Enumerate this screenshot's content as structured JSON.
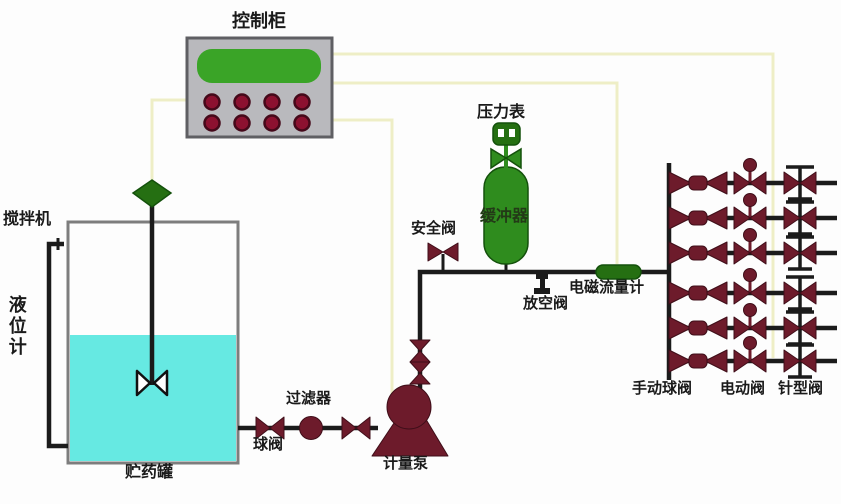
{
  "diagram": {
    "title": "chemical-dosing-system-pid",
    "labels": {
      "control_cabinet": "控制柜",
      "mixer": "搅拌机",
      "level_gauge": "液位计",
      "pressure_gauge": "压力表",
      "buffer": "缓冲器",
      "safety_valve": "安全阀",
      "vent_valve": "放空阀",
      "flowmeter": "电磁流量计",
      "manual_ball_valve": "手动球阀",
      "electric_valve": "电动阀",
      "needle_valve": "针型阀",
      "filter": "过滤器",
      "ball_valve": "球阀",
      "storage_tank": "贮药罐",
      "metering_pump": "计量泵"
    },
    "manifold": {
      "branch_count": 6,
      "valve_columns": [
        "手动球阀",
        "电动阀",
        "针型阀"
      ]
    },
    "cabinet": {
      "button_rows": 2,
      "buttons_per_row": 4
    },
    "colors": {
      "pipe": "#1b1b1b",
      "signal_wire": "#eeeec6",
      "valve_maroon": "#6d1b2b",
      "valve_dark": "#3f0e19",
      "equipment_green": "#2f8c1e",
      "green_dark": "#14510c",
      "screen_green": "#3aa427",
      "cabinet_gray": "#b9b9bd",
      "cabinet_border": "#5f5f63",
      "liquid_cyan": "#66e9e2",
      "tank_border_gray": "#7d7d7d",
      "label_text": "#1a1a1a",
      "background": "#fdfdfd",
      "button_maroon": "#8c1130",
      "button_ring": "#45091a"
    }
  }
}
